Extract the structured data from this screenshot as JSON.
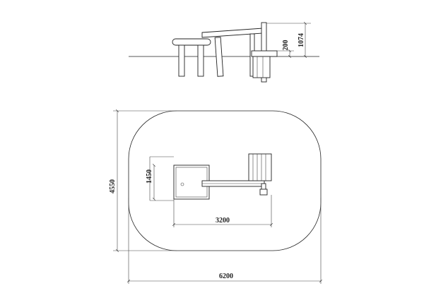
{
  "drawing": {
    "elevation": {
      "dim_total_height": "1074",
      "dim_platform_height": "200"
    },
    "plan": {
      "dim_overall_depth": "4550",
      "dim_overall_width": "6200",
      "dim_equipment_depth": "1450",
      "dim_equipment_length": "3200"
    }
  }
}
